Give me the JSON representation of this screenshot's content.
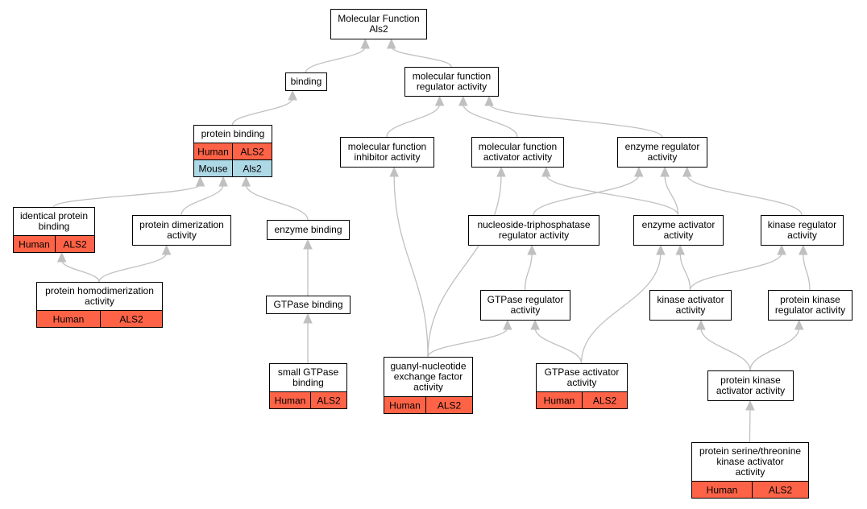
{
  "colors": {
    "human": "#ff6347",
    "mouse": "#add8e6",
    "edge": "#c0c0c0",
    "border": "#000000"
  },
  "nodes": [
    {
      "id": "mf_root",
      "lines": [
        "Molecular Function",
        "Als2"
      ],
      "rows": []
    },
    {
      "id": "binding",
      "lines": [
        "binding"
      ],
      "rows": []
    },
    {
      "id": "mf_regulator",
      "lines": [
        "molecular function",
        "regulator activity"
      ],
      "rows": []
    },
    {
      "id": "protein_binding",
      "lines": [
        "protein binding"
      ],
      "rows": [
        {
          "species": "Human",
          "gene": "ALS2",
          "color": "human"
        },
        {
          "species": "Mouse",
          "gene": "Als2",
          "color": "mouse"
        }
      ]
    },
    {
      "id": "mf_inhibitor",
      "lines": [
        "molecular function",
        "inhibitor activity"
      ],
      "rows": []
    },
    {
      "id": "mf_activator",
      "lines": [
        "molecular function",
        "activator activity"
      ],
      "rows": []
    },
    {
      "id": "enzyme_regulator",
      "lines": [
        "enzyme regulator",
        "activity"
      ],
      "rows": []
    },
    {
      "id": "identical_pb",
      "lines": [
        "identical protein",
        "binding"
      ],
      "rows": [
        {
          "species": "Human",
          "gene": "ALS2",
          "color": "human"
        }
      ]
    },
    {
      "id": "protein_dimer",
      "lines": [
        "protein dimerization",
        "activity"
      ],
      "rows": []
    },
    {
      "id": "enzyme_binding",
      "lines": [
        "enzyme binding"
      ],
      "rows": []
    },
    {
      "id": "ntpase_reg",
      "lines": [
        "nucleoside-triphosphatase",
        "regulator activity"
      ],
      "rows": []
    },
    {
      "id": "enzyme_activator",
      "lines": [
        "enzyme activator",
        "activity"
      ],
      "rows": []
    },
    {
      "id": "kinase_regulator",
      "lines": [
        "kinase regulator",
        "activity"
      ],
      "rows": []
    },
    {
      "id": "protein_homodimer",
      "lines": [
        "protein homodimerization",
        "activity"
      ],
      "rows": [
        {
          "species": "Human",
          "gene": "ALS2",
          "color": "human"
        }
      ]
    },
    {
      "id": "gtpase_binding",
      "lines": [
        "GTPase binding"
      ],
      "rows": []
    },
    {
      "id": "gtpase_regulator",
      "lines": [
        "GTPase regulator",
        "activity"
      ],
      "rows": []
    },
    {
      "id": "kinase_activator",
      "lines": [
        "kinase activator",
        "activity"
      ],
      "rows": []
    },
    {
      "id": "protein_kinase_reg",
      "lines": [
        "protein kinase",
        "regulator activity"
      ],
      "rows": []
    },
    {
      "id": "small_gtpase",
      "lines": [
        "small GTPase",
        "binding"
      ],
      "rows": [
        {
          "species": "Human",
          "gene": "ALS2",
          "color": "human"
        }
      ]
    },
    {
      "id": "guanyl",
      "lines": [
        "guanyl-nucleotide",
        "exchange factor",
        "activity"
      ],
      "rows": [
        {
          "species": "Human",
          "gene": "ALS2",
          "color": "human"
        }
      ]
    },
    {
      "id": "gtpase_activator",
      "lines": [
        "GTPase activator",
        "activity"
      ],
      "rows": [
        {
          "species": "Human",
          "gene": "ALS2",
          "color": "human"
        }
      ]
    },
    {
      "id": "pk_activator",
      "lines": [
        "protein kinase",
        "activator activity"
      ],
      "rows": []
    },
    {
      "id": "ps_kinase_activator",
      "lines": [
        "protein serine/threonine",
        "kinase activator",
        "activity"
      ],
      "rows": [
        {
          "species": "Human",
          "gene": "ALS2",
          "color": "human"
        }
      ]
    }
  ],
  "edges": [
    {
      "from": "binding",
      "to": "mf_root"
    },
    {
      "from": "mf_regulator",
      "to": "mf_root"
    },
    {
      "from": "protein_binding",
      "to": "binding"
    },
    {
      "from": "mf_inhibitor",
      "to": "mf_regulator"
    },
    {
      "from": "mf_activator",
      "to": "mf_regulator"
    },
    {
      "from": "enzyme_regulator",
      "to": "mf_regulator"
    },
    {
      "from": "identical_pb",
      "to": "protein_binding"
    },
    {
      "from": "protein_dimer",
      "to": "protein_binding"
    },
    {
      "from": "enzyme_binding",
      "to": "protein_binding"
    },
    {
      "from": "ntpase_reg",
      "to": "enzyme_regulator"
    },
    {
      "from": "enzyme_activator",
      "to": "enzyme_regulator"
    },
    {
      "from": "enzyme_activator",
      "to": "mf_activator"
    },
    {
      "from": "kinase_regulator",
      "to": "enzyme_regulator"
    },
    {
      "from": "protein_homodimer",
      "to": "identical_pb"
    },
    {
      "from": "protein_homodimer",
      "to": "protein_dimer"
    },
    {
      "from": "gtpase_binding",
      "to": "enzyme_binding"
    },
    {
      "from": "gtpase_regulator",
      "to": "ntpase_reg"
    },
    {
      "from": "kinase_activator",
      "to": "enzyme_activator"
    },
    {
      "from": "kinase_activator",
      "to": "kinase_regulator"
    },
    {
      "from": "protein_kinase_reg",
      "to": "kinase_regulator"
    },
    {
      "from": "small_gtpase",
      "to": "gtpase_binding"
    },
    {
      "from": "guanyl",
      "to": "mf_inhibitor"
    },
    {
      "from": "guanyl",
      "to": "mf_activator"
    },
    {
      "from": "guanyl",
      "to": "gtpase_regulator"
    },
    {
      "from": "gtpase_activator",
      "to": "gtpase_regulator"
    },
    {
      "from": "gtpase_activator",
      "to": "enzyme_activator"
    },
    {
      "from": "pk_activator",
      "to": "kinase_activator"
    },
    {
      "from": "pk_activator",
      "to": "protein_kinase_reg"
    },
    {
      "from": "ps_kinase_activator",
      "to": "pk_activator"
    }
  ]
}
